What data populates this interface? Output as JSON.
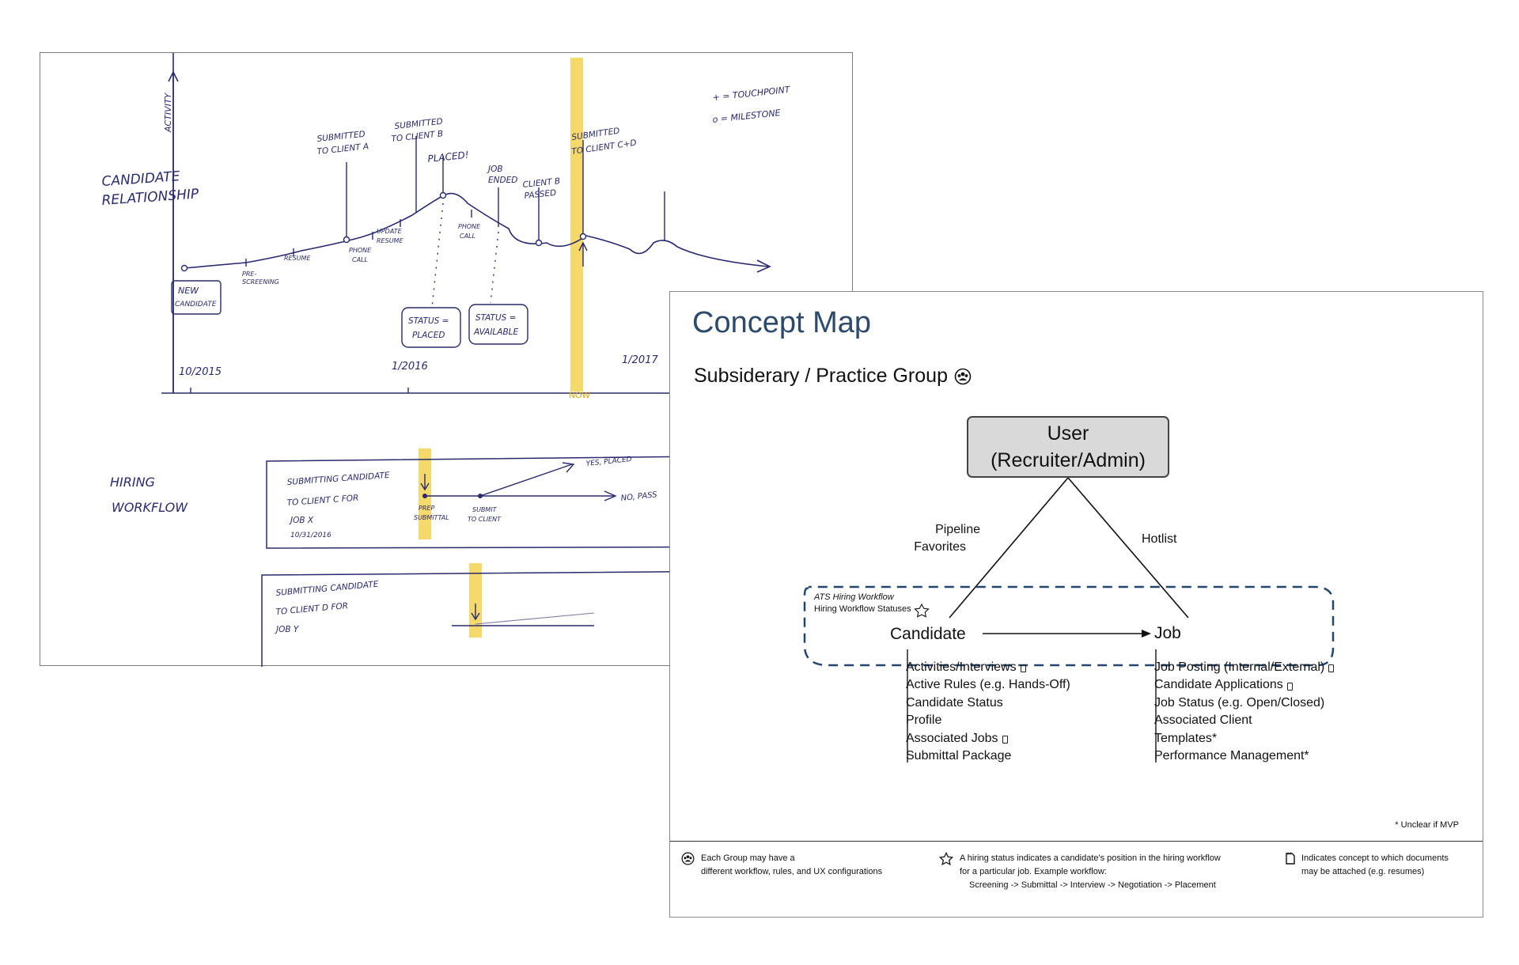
{
  "sketch": {
    "axis_label": "ACTIVITY",
    "legend": {
      "touchpoint": "+ = TOUCHPOINT",
      "milestone": "o = MILESTONE"
    },
    "section_title_line1": "CANDIDATE",
    "section_title_line2": "RELATIONSHIP",
    "milestones": [
      {
        "line1": "SUBMITTED",
        "line2": "TO CLIENT A"
      },
      {
        "line1": "SUBMITTED",
        "line2": "TO CLIENT B"
      },
      {
        "line1": "PLACED!",
        "line2": ""
      },
      {
        "line1": "JOB",
        "line2": "ENDED"
      },
      {
        "line1": "CLIENT B",
        "line2": "PASSED"
      },
      {
        "line1": "SUBMITTED",
        "line2": "TO CLIENT C+D"
      }
    ],
    "touchpoints": [
      {
        "line1": "PRE-",
        "line2": "SCREENING"
      },
      {
        "line1": "RESUME",
        "line2": ""
      },
      {
        "line1": "PHONE",
        "line2": "CALL"
      },
      {
        "line1": "UPDATE",
        "line2": "RESUME"
      },
      {
        "line1": "PHONE",
        "line2": "CALL"
      }
    ],
    "start_label": {
      "line1": "NEW",
      "line2": "CANDIDATE"
    },
    "status_placed": {
      "line1": "STATUS =",
      "line2": "PLACED"
    },
    "status_available": {
      "line1": "STATUS =",
      "line2": "AVAILABLE"
    },
    "dates": [
      "10/2015",
      "1/2016",
      "1/2017"
    ],
    "now_label": "NOW",
    "workflow_title_line1": "HIRING",
    "workflow_title_line2": "WORKFLOW",
    "workflow_card1": {
      "line1": "SUBMITTING CANDIDATE",
      "line2": "TO CLIENT C FOR",
      "line3": "JOB X",
      "date": "10/31/2016",
      "step1_line1": "PREP",
      "step1_line2": "SUBMITTAL",
      "step2_line1": "SUBMIT",
      "step2_line2": "TO CLIENT",
      "outcome_yes": "YES, PLACED",
      "outcome_no": "NO, PASS"
    },
    "workflow_card2": {
      "line1": "SUBMITTING CANDIDATE",
      "line2": "TO CLIENT D FOR",
      "line3": "JOB Y"
    }
  },
  "concept": {
    "title": "Concept Map",
    "subtitle": "Subsiderary / Practice Group",
    "user_line1": "User",
    "user_line2": "(Recruiter/Admin)",
    "edge_left_line1": "Pipeline",
    "edge_left_line2": "Favorites",
    "edge_right": "Hotlist",
    "ats_line1": "ATS Hiring Workflow",
    "ats_line2": "Hiring Workflow Statuses",
    "node_candidate": "Candidate",
    "node_job": "Job",
    "candidate_attrs": [
      {
        "text": "Activities/Interviews",
        "doc": true
      },
      {
        "text": "Active Rules (e.g. Hands-Off)",
        "doc": false
      },
      {
        "text": "Candidate Status",
        "doc": false
      },
      {
        "text": "Profile",
        "doc": false
      },
      {
        "text": "Associated Jobs",
        "doc": true
      },
      {
        "text": "Submittal Package",
        "doc": false
      }
    ],
    "job_attrs": [
      {
        "text": "Job Posting (Internal/External)",
        "doc": true
      },
      {
        "text": "Candidate Applications",
        "doc": true
      },
      {
        "text": "Job Status (e.g. Open/Closed)",
        "doc": false
      },
      {
        "text": "Associated Client",
        "doc": false
      },
      {
        "text": "Templates*",
        "doc": false
      },
      {
        "text": "Performance Management*",
        "doc": false
      }
    ],
    "footnote": "* Unclear if MVP",
    "legend_group_line1": "Each Group may have a",
    "legend_group_line2": "different workflow, rules, and UX configurations",
    "legend_status_line1": "A hiring status indicates a candidate's position in the hiring workflow",
    "legend_status_line2": "for a particular job.  Example workflow:",
    "legend_status_line3": "Screening -> Submittal -> Interview -> Negotiation -> Placement",
    "legend_doc_line1": "Indicates concept to which documents",
    "legend_doc_line2": "may be attached (e.g. resumes)"
  },
  "colors": {
    "ink": "#2a2a6e",
    "highlight": "#f6d96b",
    "title_blue": "#2d4a6b",
    "dashed_border": "#24466e",
    "user_box": "#d9d9d9"
  }
}
